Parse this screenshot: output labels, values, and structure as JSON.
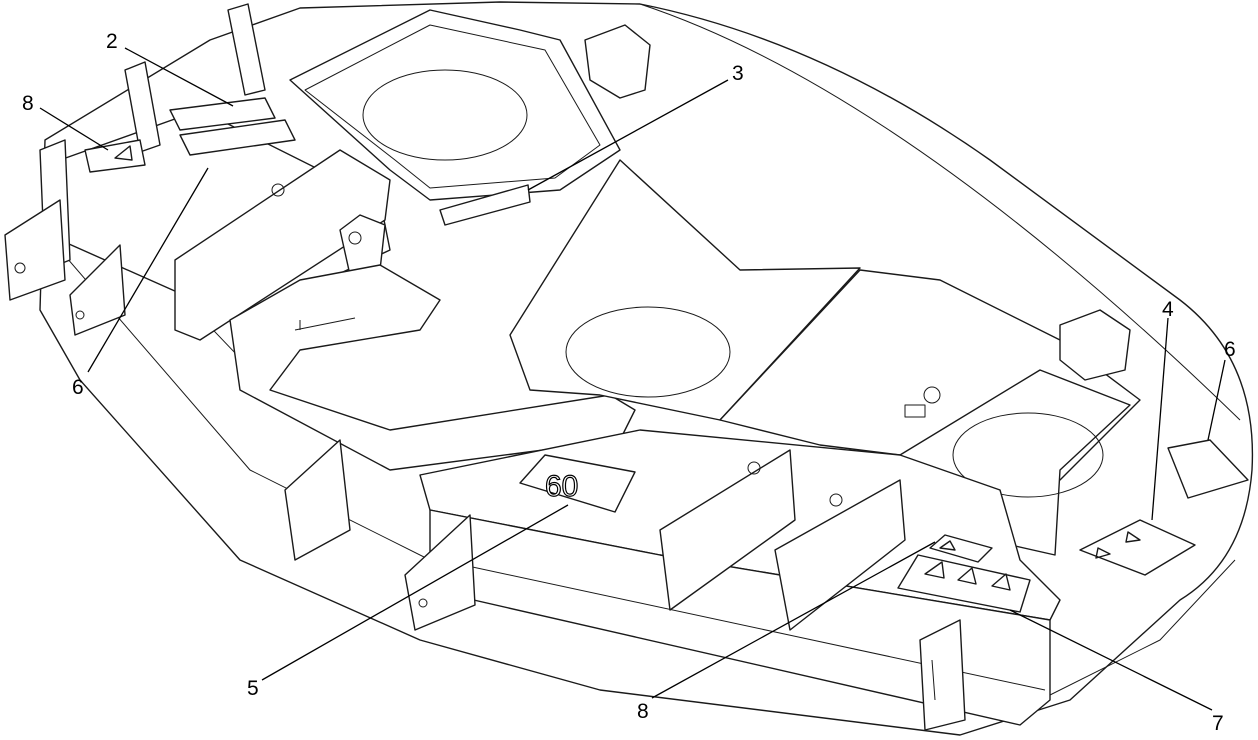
{
  "diagram": {
    "callouts": [
      {
        "id": "c2",
        "label": "2"
      },
      {
        "id": "c3",
        "label": "3"
      },
      {
        "id": "c8a",
        "label": "8"
      },
      {
        "id": "c6a",
        "label": "6"
      },
      {
        "id": "c4",
        "label": "4"
      },
      {
        "id": "c6b",
        "label": "6"
      },
      {
        "id": "c5",
        "label": "5"
      },
      {
        "id": "c8b",
        "label": "8"
      },
      {
        "id": "c7",
        "label": "7"
      }
    ],
    "decal_60": "60"
  }
}
